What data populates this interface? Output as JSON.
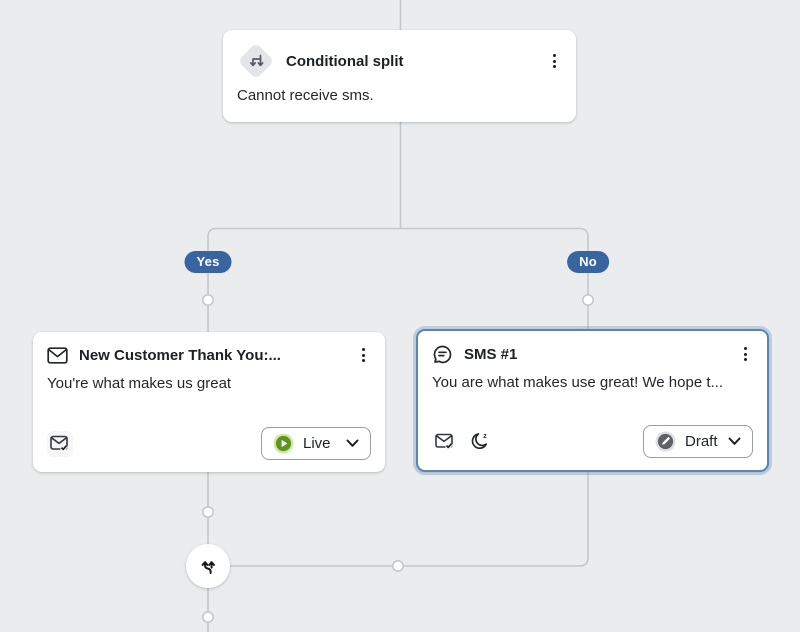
{
  "colors": {
    "canvas_background": "#eaecee",
    "connector_line": "#c4c8cc",
    "branch_pill": "#38659f",
    "selected_card_border": "#5b84b1",
    "live_green": "#5f9420",
    "draft_gray": "#5d6268"
  },
  "flow": {
    "conditional_split": {
      "title": "Conditional split",
      "description": "Cannot receive sms."
    },
    "branch": {
      "yes": "Yes",
      "no": "No"
    },
    "email_card": {
      "title": "New Customer Thank You:...",
      "preview": "You're what makes us great",
      "status_label": "Live"
    },
    "sms_card": {
      "title": "SMS #1",
      "preview": "You are what makes use great! We hope t...",
      "status_label": "Draft"
    }
  },
  "icons": {
    "conditional_split": "split-arrows-icon",
    "email": "envelope-icon",
    "sms": "chat-bubble-icon",
    "email_settings": "envelope-check-icon",
    "quiet_hours": "moon-z-icon",
    "live_status": "play-circle-icon",
    "draft_status": "pencil-circle-icon",
    "menu": "kebab-menu-icon",
    "dropdown": "chevron-down-icon",
    "merge_paths": "merge-arrows-icon"
  }
}
